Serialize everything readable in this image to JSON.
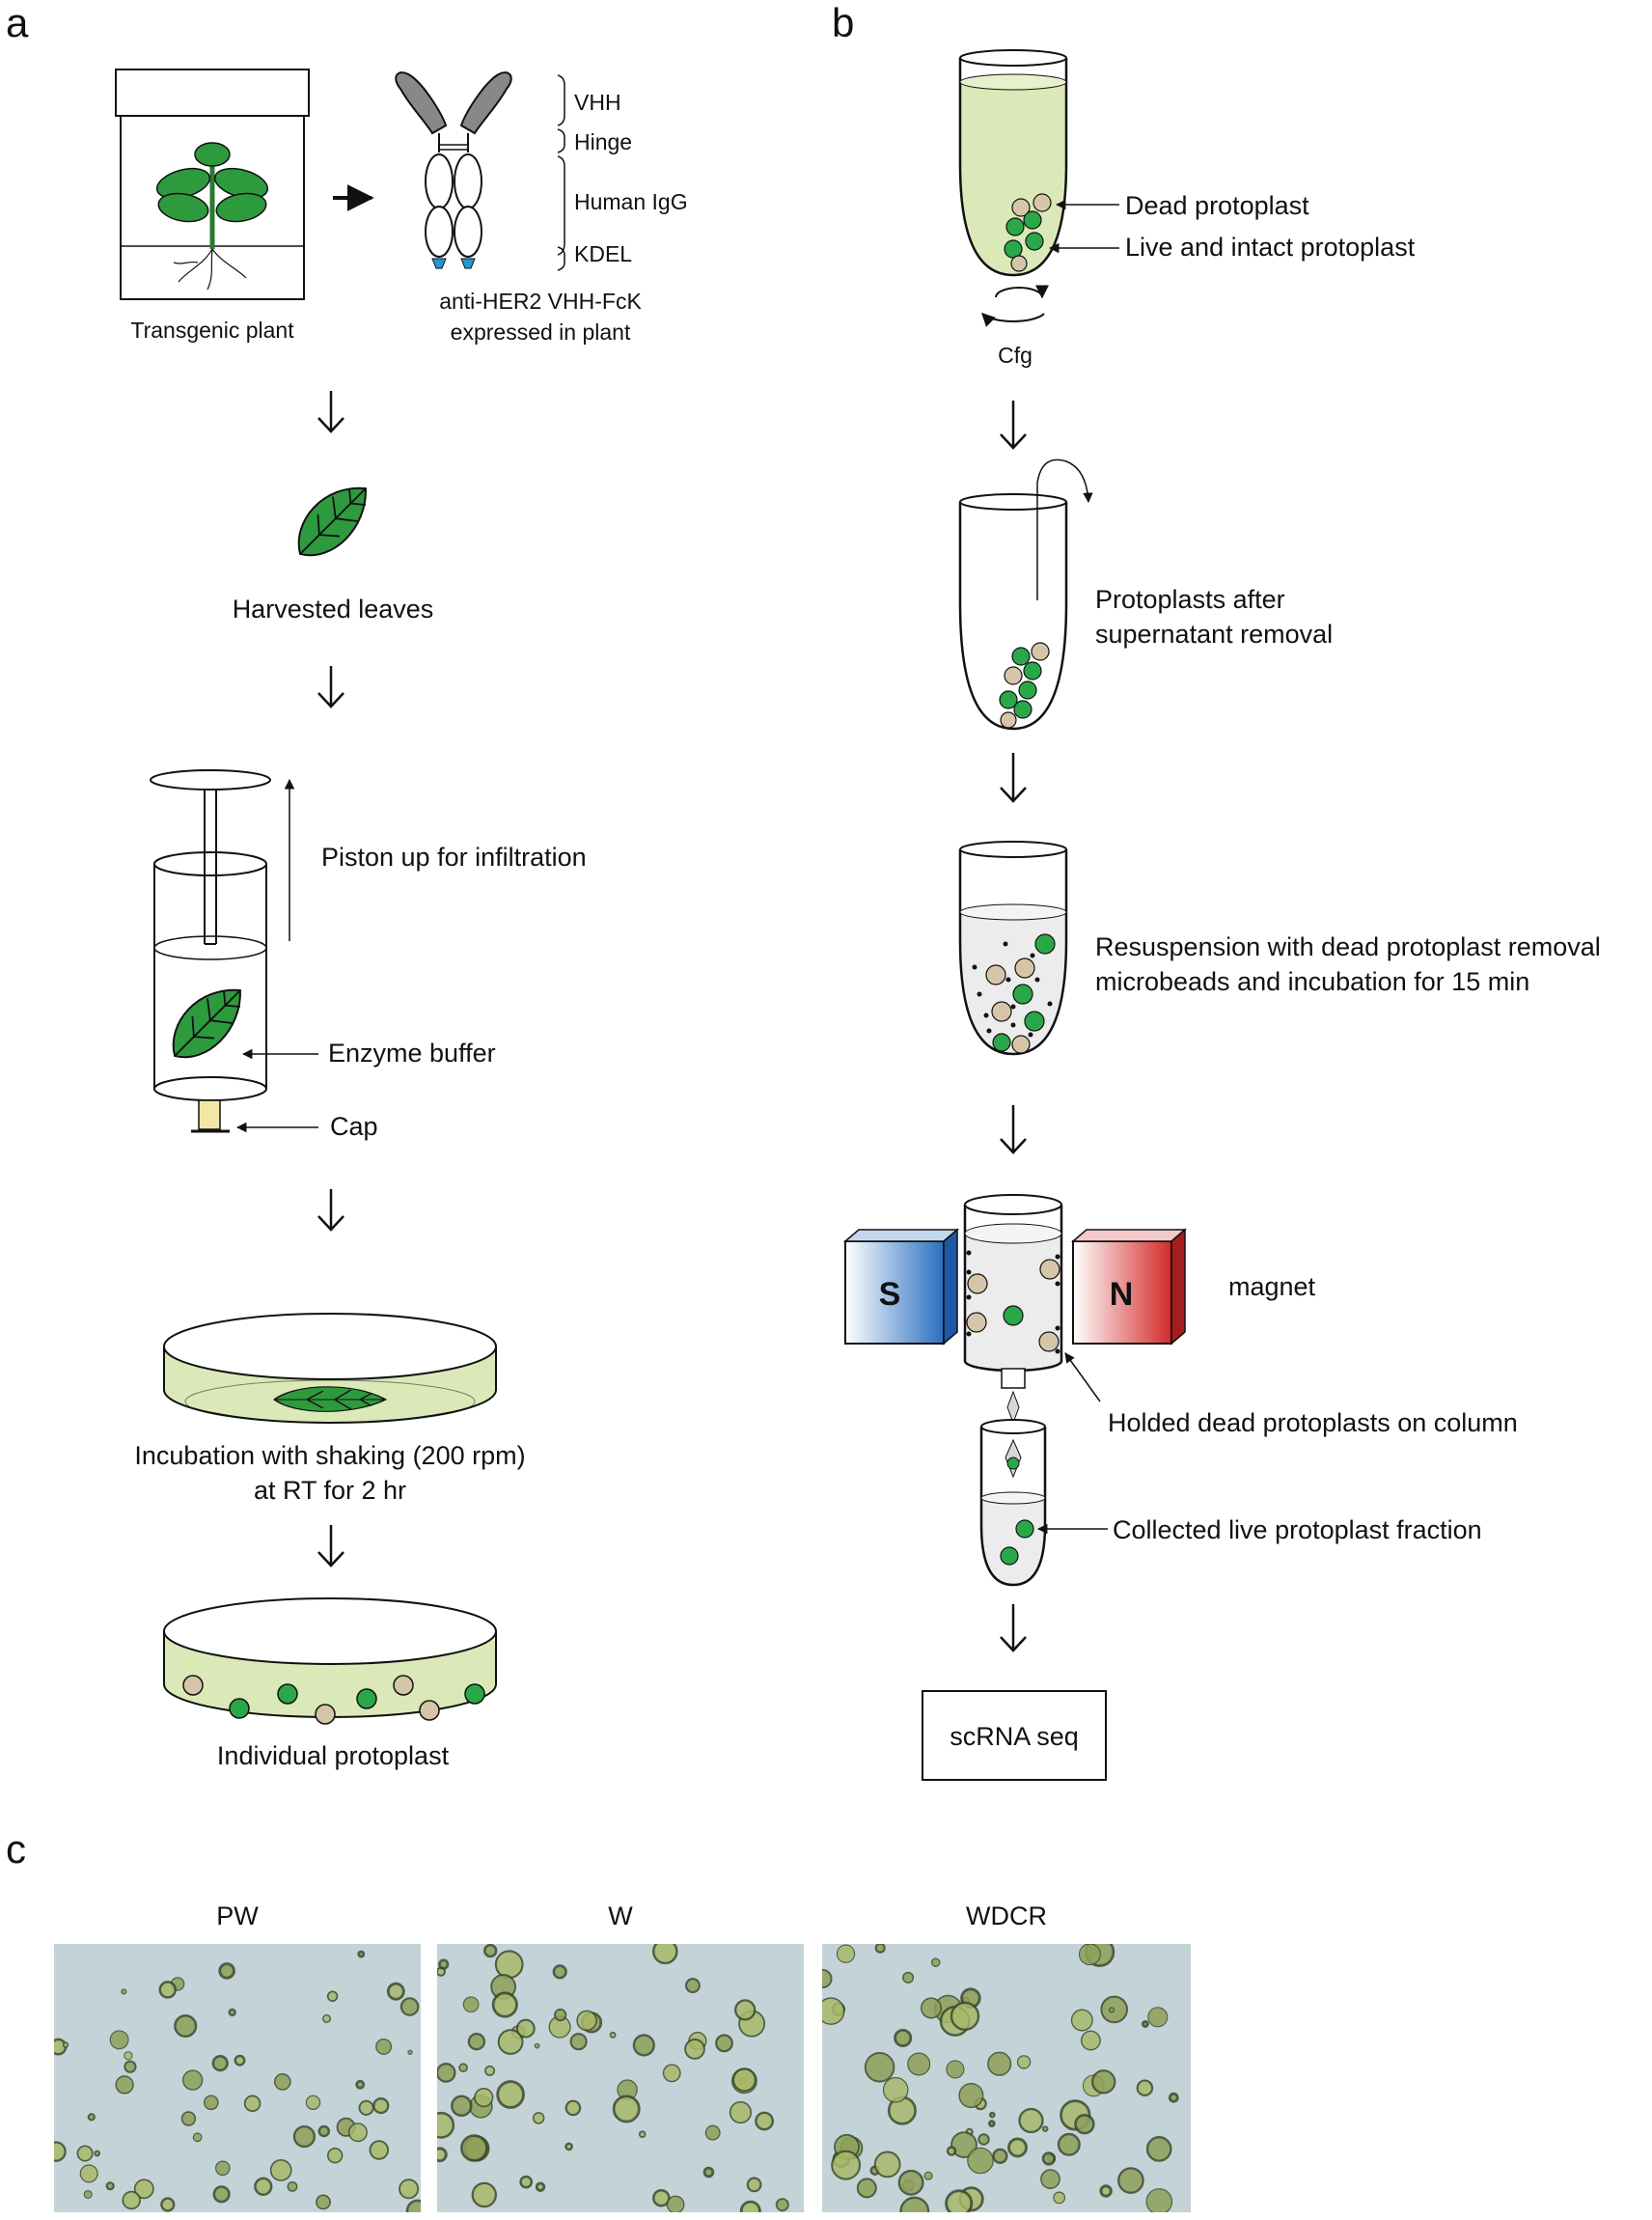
{
  "panels": {
    "a": "a",
    "b": "b",
    "c": "c"
  },
  "panel_a": {
    "transgenic_plant": "Transgenic plant",
    "antibody_domains": {
      "vhh": "VHH",
      "hinge": "Hinge",
      "human_igg": "Human IgG",
      "kdel": "KDEL"
    },
    "antibody_caption_line1": "anti-HER2 VHH-FcK",
    "antibody_caption_line2": "expressed in plant",
    "harvested_leaves": "Harvested leaves",
    "piston_up": "Piston up for infiltration",
    "enzyme_buffer": "Enzyme buffer",
    "cap": "Cap",
    "incubation_line1": "Incubation with shaking (200 rpm)",
    "incubation_line2": "at RT for 2 hr",
    "individual_protoplast": "Individual protoplast"
  },
  "panel_b": {
    "dead_protoplast": "Dead protoplast",
    "live_intact": "Live and intact protoplast",
    "cfg": "Cfg",
    "after_removal_line1": "Protoplasts after",
    "after_removal_line2": "supernatant removal",
    "resuspension_line1": "Resuspension with dead protoplast removal",
    "resuspension_line2": "microbeads and incubation for 15 min",
    "magnet_s": "S",
    "magnet_n": "N",
    "magnet": "magnet",
    "holded": "Holded dead protoplasts on column",
    "collected": "Collected live protoplast fraction",
    "scrna": "scRNA seq"
  },
  "panel_c": {
    "images": [
      {
        "label": "PW"
      },
      {
        "label": "W"
      },
      {
        "label": "WDCR"
      }
    ]
  },
  "colors": {
    "leaf_green": "#2e9a3e",
    "live_cell": "#2aa748",
    "dead_cell": "#d6c5a9",
    "medium_green": "#dbe9b8",
    "magnet_s": "#2a6fc0",
    "magnet_n": "#d42a2a",
    "micro_bg": "#c3d3d8"
  }
}
